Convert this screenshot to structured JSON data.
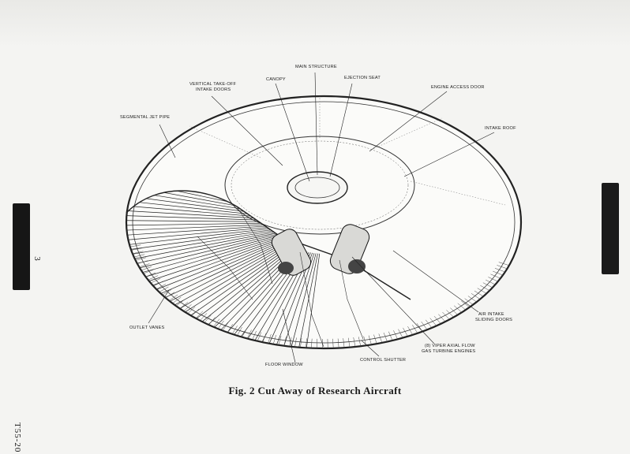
{
  "caption": "Fig. 2  Cut Away of Research Aircraft",
  "page_number": "3",
  "doc_code": "T55-20",
  "labels": {
    "main_structure": "MAIN STRUCTURE",
    "vertical_takeoff": "VERTICAL TAKE-OFF",
    "intake_doors": "INTAKE DOORS",
    "canopy": "CANOPY",
    "ejection_seat": "EJECTION SEAT",
    "engine_access_door": "ENGINE ACCESS DOOR",
    "segmental_jet_pipe": "SEGMENTAL JET PIPE",
    "intake_roof": "INTAKE ROOF",
    "outlet_vanes": "OUTLET VANES",
    "air_intake": "AIR INTAKE",
    "sliding_doors": "SLIDING DOORS",
    "viper_engines_1": "(8) VIPER AXIAL FLOW",
    "viper_engines_2": "GAS TURBINE ENGINES",
    "control_shutter": "CONTROL SHUTTER",
    "floor_window": "FLOOR WINDOW"
  }
}
